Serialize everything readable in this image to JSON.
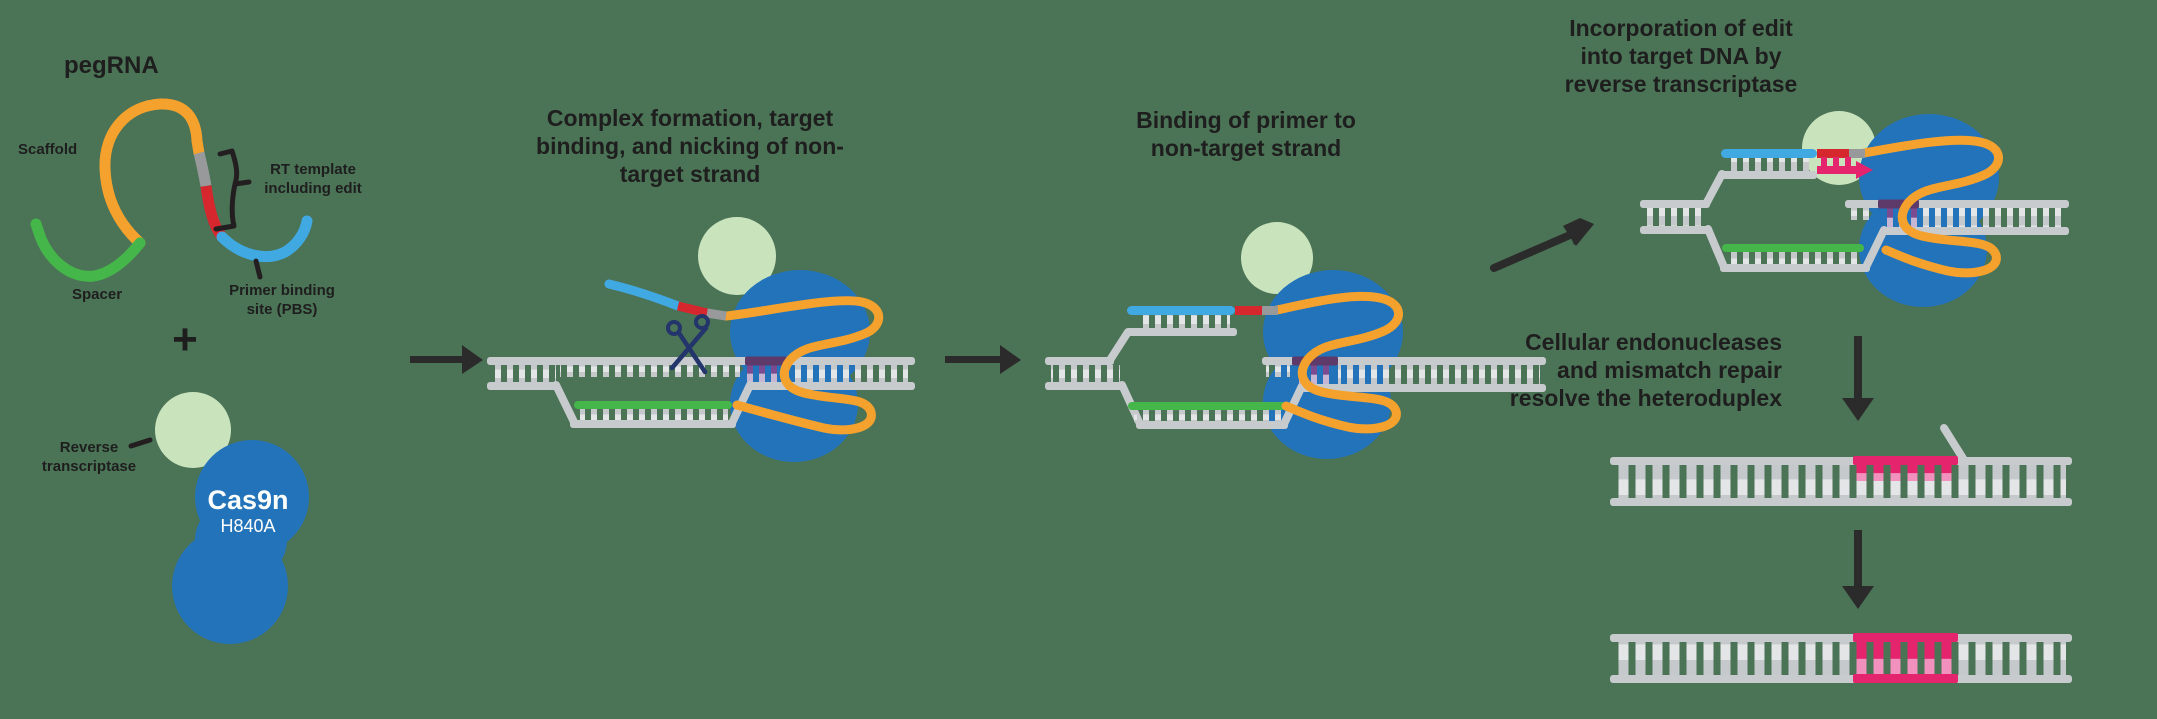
{
  "panel1": {
    "pegrna_title": "pegRNA",
    "scaffold_label": "Scaffold",
    "spacer_label": "Spacer",
    "rt_template_label": "RT template\nincluding edit",
    "pbs_label": "Primer binding\nsite (PBS)",
    "plus": "+",
    "rt_label": "Reverse\ntranscriptase",
    "cas9n_label": "Cas9n",
    "cas9n_variant": "H840A"
  },
  "panel2": {
    "title": "Complex formation, target\nbinding, and nicking of non-\ntarget strand"
  },
  "panel3": {
    "title": "Binding of primer to\nnon-target strand"
  },
  "panel4": {
    "title": "Incorporation of edit\ninto target DNA by\nreverse transcriptase"
  },
  "panel5": {
    "resolve_text": "Cellular endonucleases\nand mismatch repair\nresolve the heteroduplex"
  },
  "icons": {
    "scissors": "nick-site-scissors",
    "plus": "plus-sign",
    "arrows": "process-step-arrows"
  },
  "colors": {
    "background": "#4B7356",
    "scaffold_orange": "#F5A12D",
    "spacer_green": "#45B649",
    "pbs_blue": "#41A9E2",
    "rt_template_red": "#D6272F",
    "linker_gray": "#97999B",
    "cas9n_blue": "#2273BA",
    "rt_circle_green": "#C9E3BD",
    "dna_gray": "#C7CBCD",
    "pam_purple": "#5D3A69",
    "edit_pink": "#E5246E",
    "text_black": "#1E1E1E",
    "arrow_black": "#2B2B2B",
    "scissors_navy": "#23356B"
  }
}
